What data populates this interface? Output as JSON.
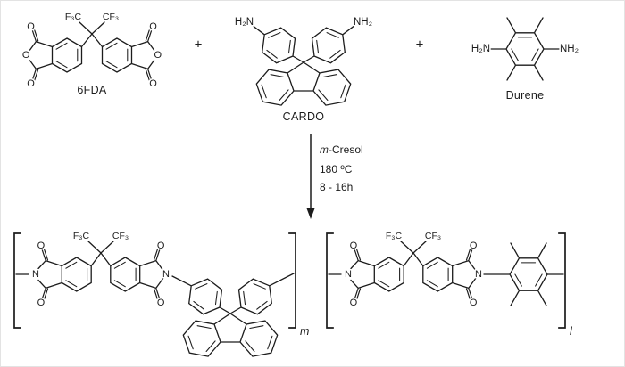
{
  "atoms": {
    "oxygen": "O",
    "nitrogen": "N",
    "cf3_left": "F₃C",
    "cf3_right": "CF₃",
    "amine_left": "H₂N",
    "amine_right": "NH₂"
  },
  "reactants": {
    "fda_label": "6FDA",
    "cardo_label": "CARDO",
    "durene_label": "Durene",
    "plus": "+"
  },
  "conditions": {
    "solvent_prefix": "m",
    "solvent_suffix": "-Cresol",
    "temperature": "180 ºC",
    "time": "8 - 16h"
  },
  "product": {
    "subscript_m": "m",
    "subscript_l": "l"
  },
  "style": {
    "ink_color": "#1c1c1c",
    "background_color": "#ffffff"
  }
}
